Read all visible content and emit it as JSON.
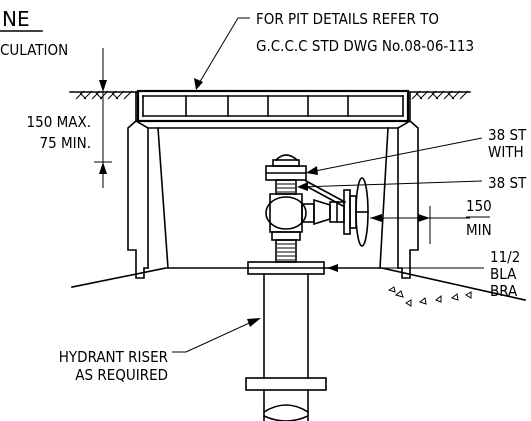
{
  "title_fragment": "NE",
  "subtitle_fragment": "CULATION",
  "notes": {
    "pit_details_line1": "FOR PIT DETAILS REFER TO",
    "pit_details_line2": "G.C.C.C STD DWG No.08-06-113",
    "max_depth": "150 MAX.",
    "min_depth": "75 MIN.",
    "fitting_a_line1": "38 ST",
    "fitting_a_line2": "WITH",
    "fitting_b": "38 ST",
    "clearance_value": "150",
    "clearance_unit": "MIN",
    "riser_note_line1": "11/2",
    "riser_note_line2": "BLA",
    "riser_note_line3": "BRA",
    "hydrant_riser_line1": "HYDRANT RISER",
    "hydrant_riser_line2": "AS REQUIRED"
  }
}
